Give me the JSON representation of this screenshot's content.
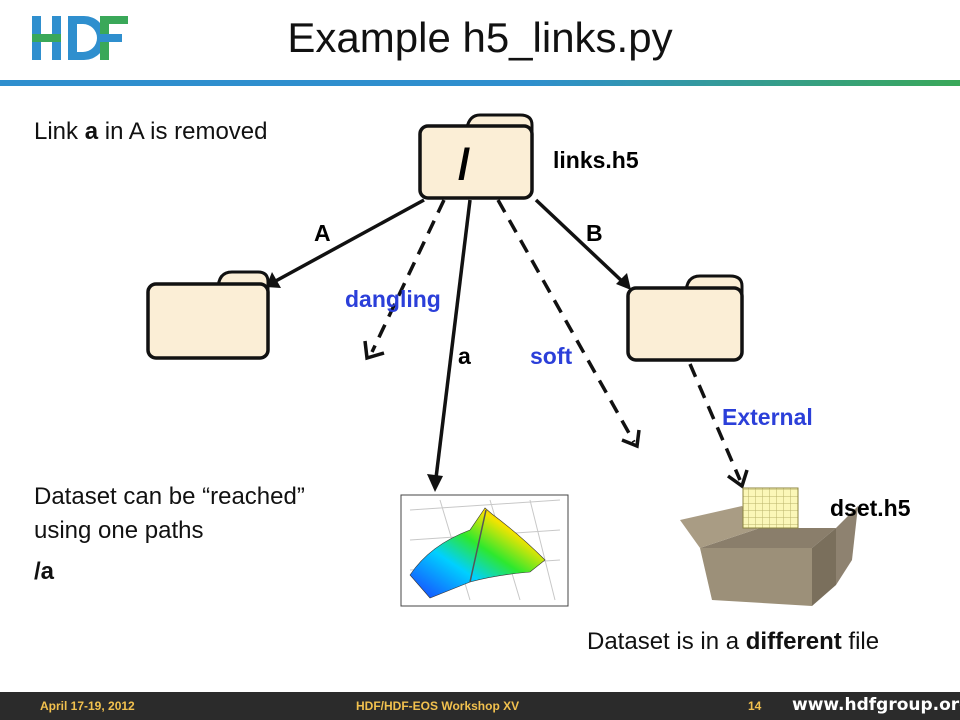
{
  "header": {
    "title": "Example h5_links.py",
    "logo_text": "HDF"
  },
  "notes": {
    "line1_pre": "Link ",
    "line1_bold": "a",
    "line1_post": " in A is removed",
    "reach_line1": "Dataset can be “reached”",
    "reach_line2": "using one paths",
    "reach_path": "/a",
    "diff_pre": "Dataset is in a ",
    "diff_bold": "different",
    "diff_post": " file"
  },
  "diagram": {
    "root_label": "/",
    "file_label": "links.h5",
    "link_A": "A",
    "link_B": "B",
    "link_a": "a",
    "link_dangling": "dangling",
    "link_soft": "soft",
    "link_external": "External",
    "dset_label": "dset.h5"
  },
  "footer": {
    "date": "April 17-19, 2012",
    "event": "HDF/HDF-EOS Workshop XV",
    "page": "14",
    "url": "www.hdfgroup.org"
  },
  "colors": {
    "folder_fill": "#fbeed6",
    "link_blue": "#2b3fd9",
    "footer_bg": "#2b2b2b",
    "footer_text": "#f2c14e",
    "rule_blue": "#2f8fce",
    "rule_green": "#3aa859"
  }
}
